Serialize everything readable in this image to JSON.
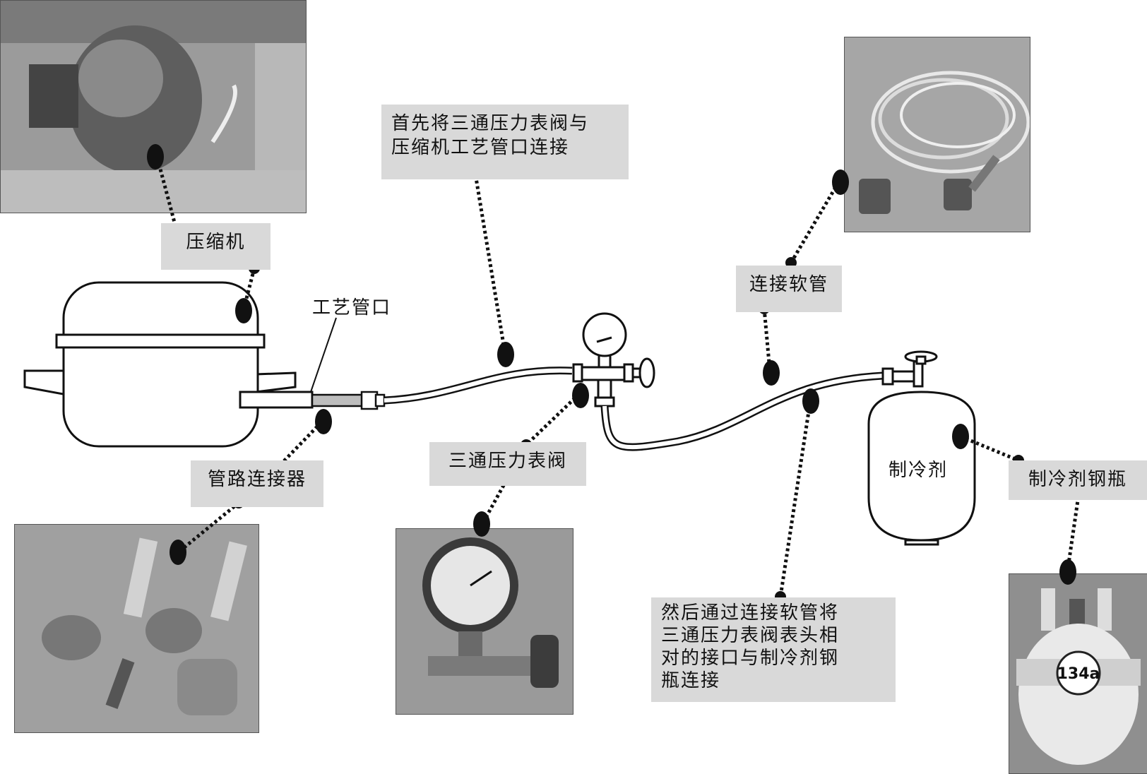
{
  "labels": {
    "compressor_box": "压缩机",
    "process_tube_port": "工艺管口",
    "first_step": "首先将三通压力表阀与\n压缩机工艺管口连接",
    "connect_hose": "连接软管",
    "pipe_connector": "管路连接器",
    "three_way_valve": "三通压力表阀",
    "refrigerant_in_tank": "制冷剂",
    "refrigerant_cylinder": "制冷剂钢瓶",
    "second_step": "然后通过连接软管将\n三通压力表阀表头相\n对的接口与制冷剂钢\n瓶连接"
  },
  "cylinder_photo": {
    "band_text": "134a"
  },
  "colors": {
    "label_bg": "#d9d9d9",
    "photo_bg": "#8e8e8e",
    "line": "#111111"
  }
}
